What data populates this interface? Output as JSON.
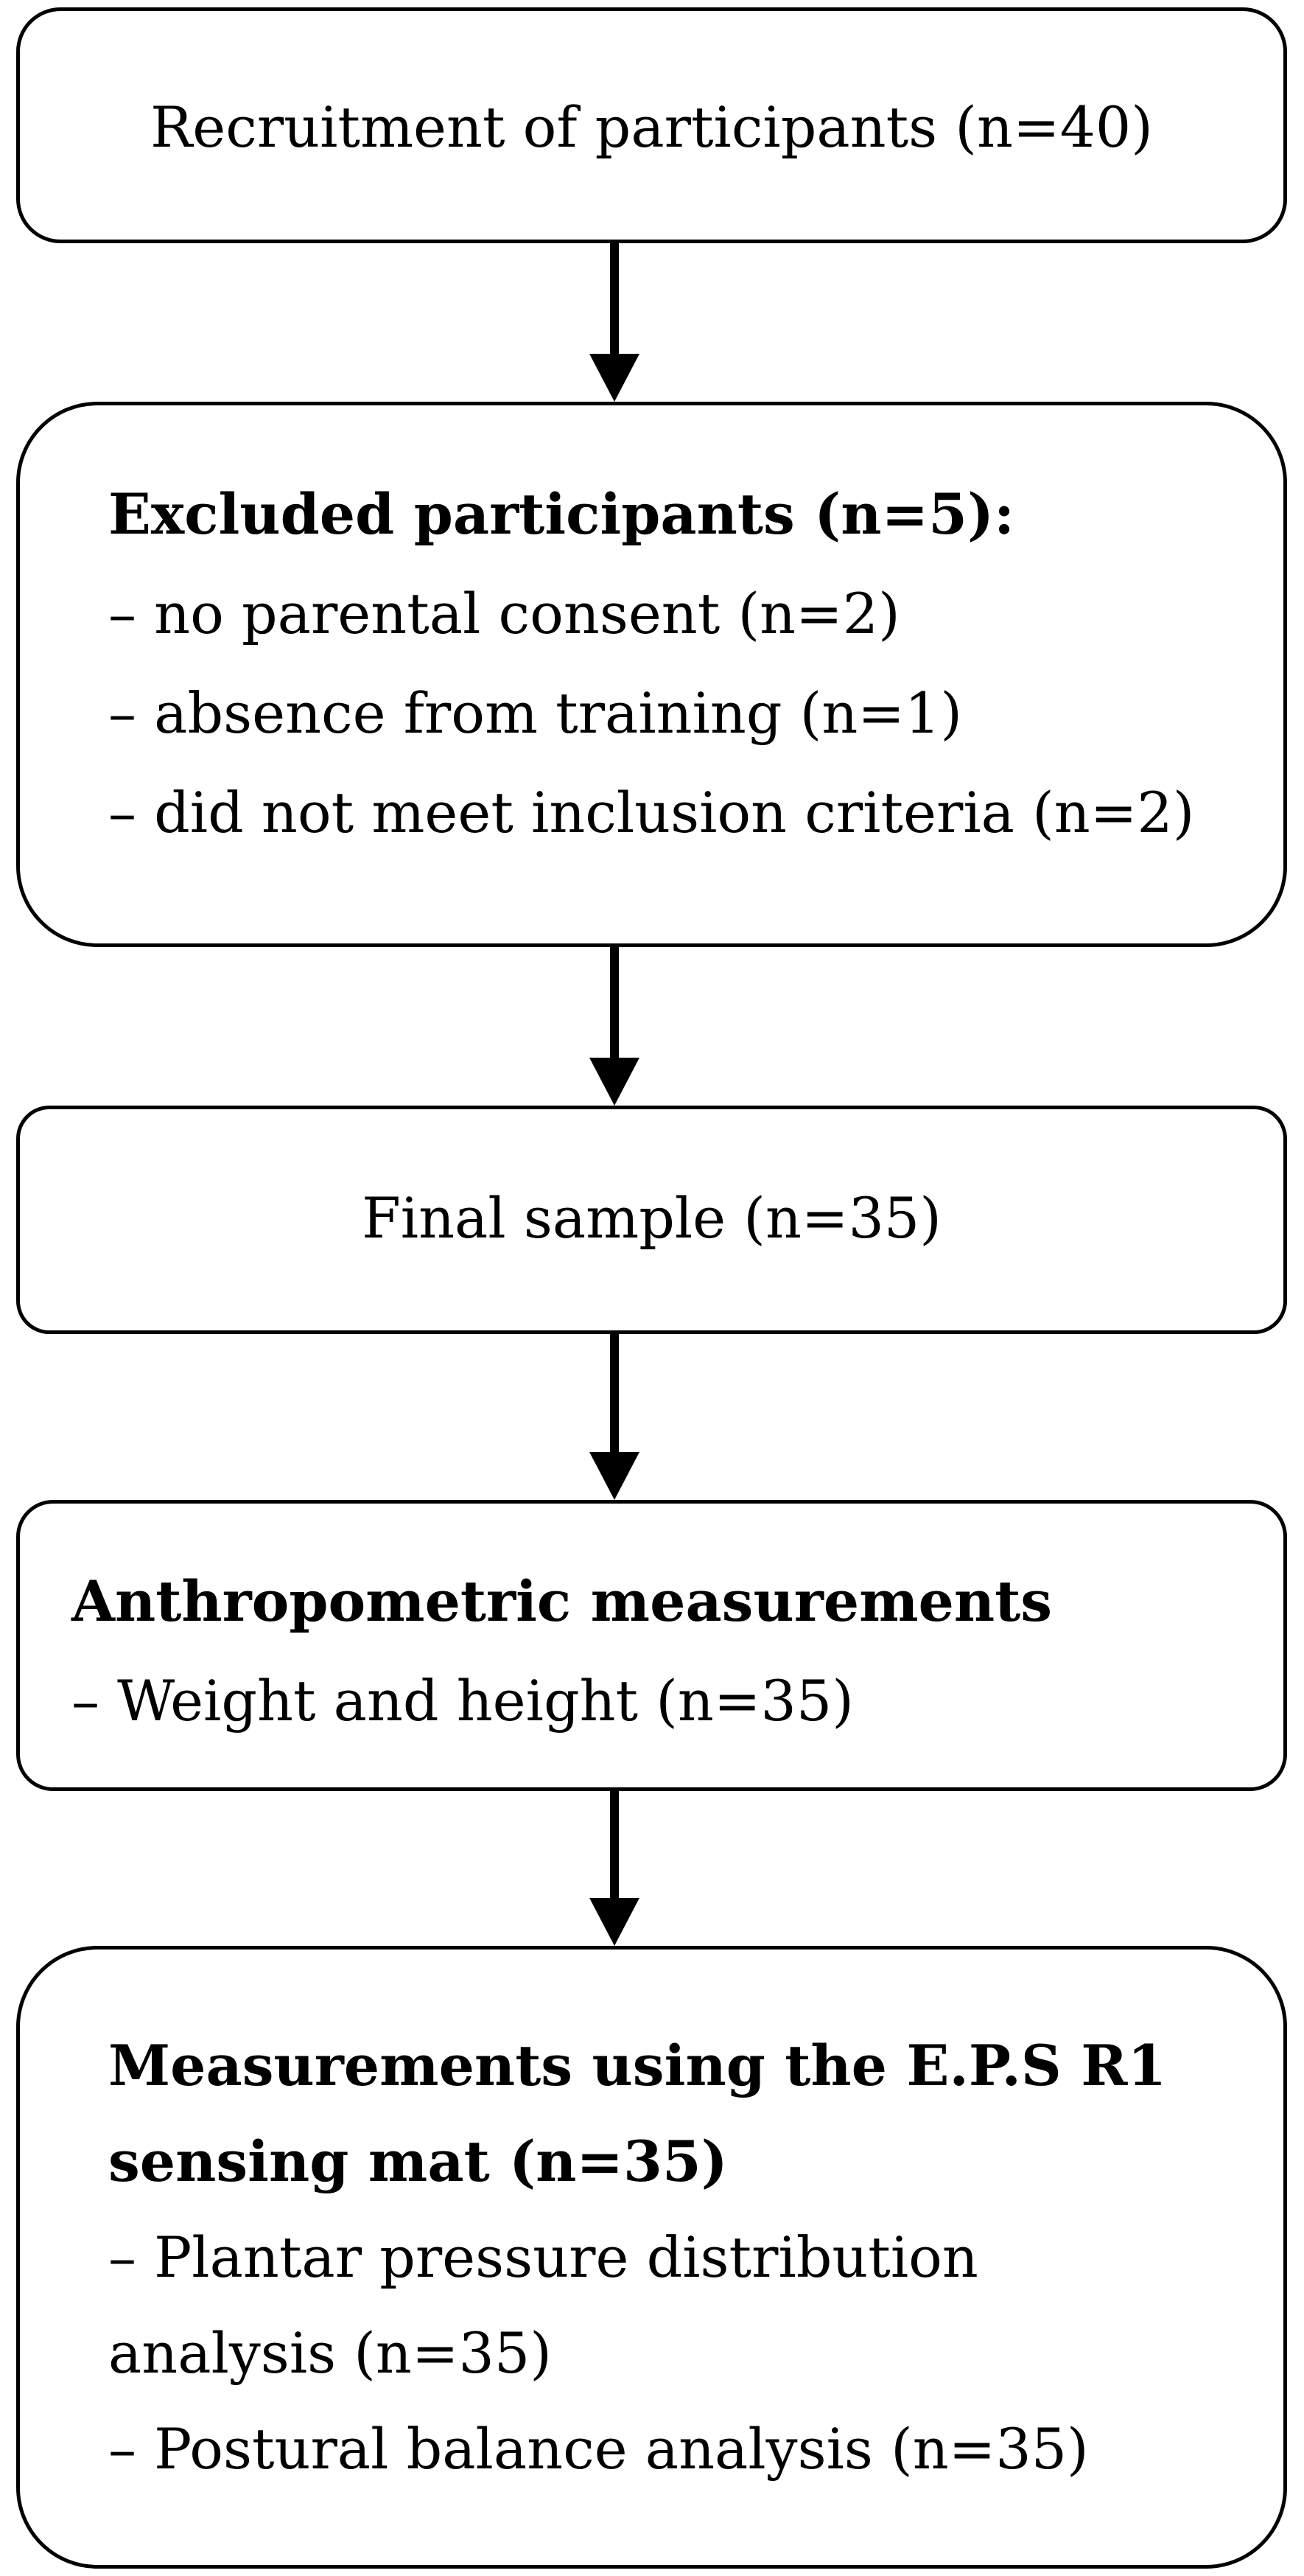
{
  "boxes": {
    "recruitment": {
      "text": "Recruitment of participants (n=40)"
    },
    "excluded": {
      "heading": "Excluded participants (n=5):",
      "items": [
        "– no parental consent (n=2)",
        "– absence from training (n=1)",
        "– did not meet inclusion criteria (n=2)"
      ]
    },
    "final_sample": {
      "text": "Final sample (n=35)"
    },
    "anthropometric": {
      "heading": "Anthropometric measurements",
      "items": [
        "– Weight and height (n=35)"
      ]
    },
    "eps": {
      "heading_lines": [
        "Measurements using the E.P.S R1",
        "sensing mat (n=35)"
      ],
      "items": [
        "– Plantar pressure distribution",
        "analysis (n=35)",
        "– Postural balance analysis (n=35)"
      ]
    }
  }
}
